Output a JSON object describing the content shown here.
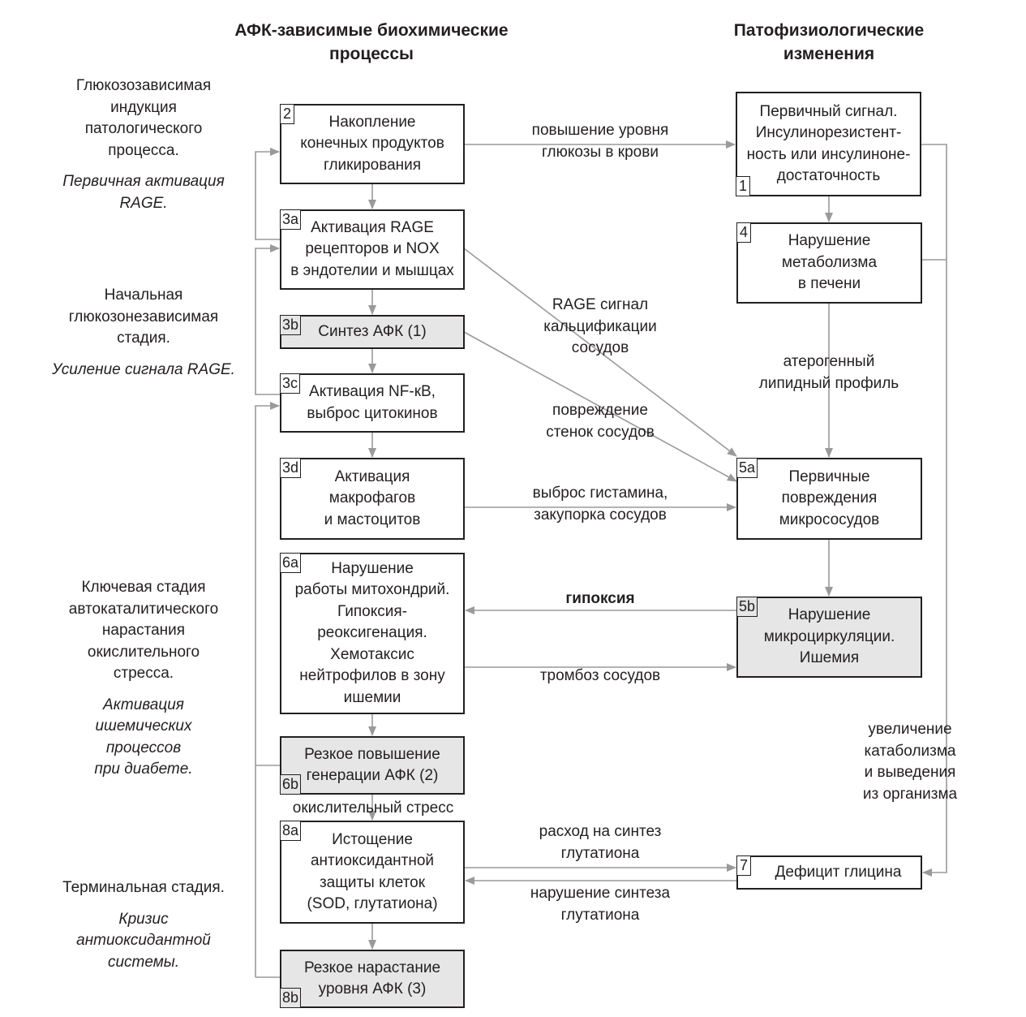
{
  "headers": {
    "left": [
      "АФК-зависимые биохимические",
      "процессы"
    ],
    "right": [
      "Патофизиологические",
      "изменения"
    ]
  },
  "stages": [
    {
      "lines": [
        "Глюкозозависимая",
        "индукция",
        "патологического",
        "процесса."
      ],
      "italic": [
        "Первичная активация",
        "RAGE."
      ]
    },
    {
      "lines": [
        "Начальная",
        "глюкозонезависимая",
        "стадия."
      ],
      "italic": [
        "Усиление сигнала RAGE."
      ]
    },
    {
      "lines": [
        "Ключевая стадия",
        "автокаталитического",
        "нарастания",
        "окислительного",
        "стресса."
      ],
      "italic": [
        "Активация",
        "ишемических",
        "процессов",
        "при диабете."
      ]
    },
    {
      "lines": [
        "Терминальная стадия."
      ],
      "italic": [
        "Кризис",
        "антиоксидантной",
        "системы."
      ]
    }
  ],
  "boxes": [
    {
      "id": "2",
      "num": "2",
      "lines": [
        "Накопление",
        "конечных продуктов",
        "гликирования"
      ],
      "grey": false
    },
    {
      "id": "3a",
      "num": "3a",
      "lines": [
        "Активация RAGE",
        "рецепторов и NOX",
        "в эндотелии и мышцах"
      ],
      "grey": false
    },
    {
      "id": "3b",
      "num": "3b",
      "lines": [
        "Синтез АФК (1)"
      ],
      "grey": true
    },
    {
      "id": "3c",
      "num": "3c",
      "lines": [
        "Активация NF-кВ,",
        "выброс цитокинов"
      ],
      "grey": false
    },
    {
      "id": "3d",
      "num": "3d",
      "lines": [
        "Активация",
        "макрофагов",
        "и мастоцитов"
      ],
      "grey": false
    },
    {
      "id": "6a",
      "num": "6a",
      "lines": [
        "Нарушение",
        "работы митохондрий.",
        "Гипоксия-",
        "реоксигенация.",
        "Хемотаксис",
        "нейтрофилов в зону",
        "ишемии"
      ],
      "grey": false
    },
    {
      "id": "6b",
      "num": "6b",
      "lines": [
        "Резкое повышение",
        "генерации АФК (2)"
      ],
      "grey": true
    },
    {
      "id": "8a",
      "num": "8a",
      "lines": [
        "Истощение",
        "антиоксидантной",
        "защиты клеток",
        "(SOD, глутатиона)"
      ],
      "grey": false
    },
    {
      "id": "8b",
      "num": "8b",
      "lines": [
        "Резкое нарастание",
        "уровня АФК (3)"
      ],
      "grey": true
    },
    {
      "id": "1",
      "num": "1",
      "lines": [
        "Первичный сигнал.",
        "Инсулинорезистент-",
        "ность или инсулиноне-",
        "достаточность"
      ],
      "grey": false
    },
    {
      "id": "4",
      "num": "4",
      "lines": [
        "Нарушение",
        "метаболизма",
        "в печени"
      ],
      "grey": false
    },
    {
      "id": "5a",
      "num": "5a",
      "lines": [
        "Первичные",
        "повреждения",
        "микрососудов"
      ],
      "grey": false
    },
    {
      "id": "5b",
      "num": "5b",
      "lines": [
        "Нарушение",
        "микроциркуляции.",
        "Ишемия"
      ],
      "grey": true
    },
    {
      "id": "7",
      "num": "7",
      "lines": [
        "Дефицит глицина"
      ],
      "grey": false
    }
  ],
  "edge_labels": [
    {
      "id": "glucose",
      "lines": [
        "повышение уровня",
        "глюкозы в крови"
      ],
      "bold": false
    },
    {
      "id": "rage",
      "lines": [
        "RAGE сигнал",
        "кальцификации",
        "сосудов"
      ],
      "bold": false
    },
    {
      "id": "lipid",
      "lines": [
        "атерогенный",
        "липидный профиль"
      ],
      "bold": false
    },
    {
      "id": "damage",
      "lines": [
        "повреждение",
        "стенок сосудов"
      ],
      "bold": false
    },
    {
      "id": "histamine",
      "lines": [
        "выброс гистамина,",
        "закупорка сосудов"
      ],
      "bold": false
    },
    {
      "id": "hypoxia",
      "lines": [
        "гипоксия"
      ],
      "bold": true
    },
    {
      "id": "thrombosis",
      "lines": [
        "тромбоз сосудов"
      ],
      "bold": false
    },
    {
      "id": "catabolism",
      "lines": [
        "увеличение",
        "катаболизма",
        "и выведения",
        "из организма"
      ],
      "bold": false
    },
    {
      "id": "oxstress",
      "lines": [
        "окислительный стресс"
      ],
      "bold": false
    },
    {
      "id": "glut_use",
      "lines": [
        "расход на синтез",
        "глутатиона"
      ],
      "bold": false
    },
    {
      "id": "glut_syn",
      "lines": [
        "нарушение синтеза",
        "глутатиона"
      ],
      "bold": false
    }
  ]
}
